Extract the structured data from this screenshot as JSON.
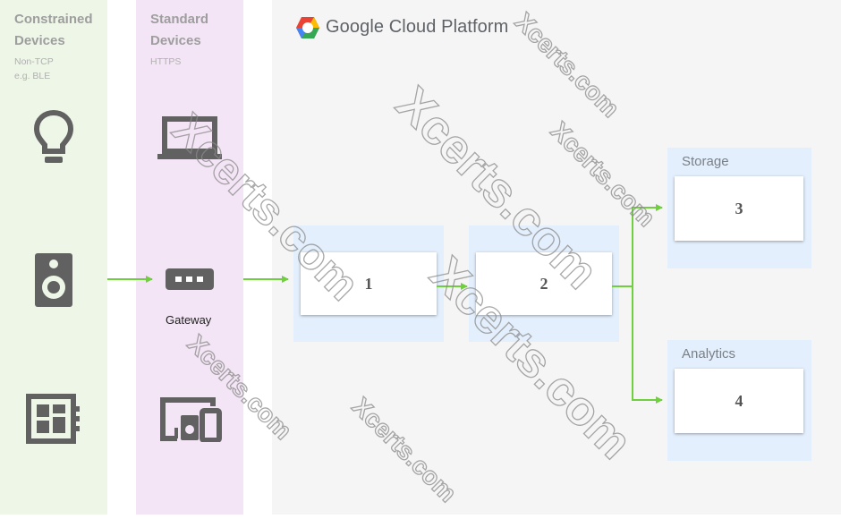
{
  "constrained": {
    "title": "Constrained Devices",
    "subtitle_line1": "Non-TCP",
    "subtitle_line2": "e.g. BLE"
  },
  "standard": {
    "title": "Standard Devices",
    "subtitle": "HTTPS"
  },
  "gcp": {
    "logo_text": "Google Cloud Platform"
  },
  "gateway": {
    "label": "Gateway"
  },
  "boxes": {
    "b1": "1",
    "b2": "2",
    "b3": "3",
    "b4": "4"
  },
  "zones": {
    "storage": "Storage",
    "analytics": "Analytics"
  },
  "watermark": "Xcerts.com",
  "colors": {
    "arrow": "#6fcf3c",
    "icon": "#616161",
    "zone": "#e3effc"
  },
  "icons": {
    "constrained": [
      "lightbulb-icon",
      "speaker-icon",
      "circuit-board-icon"
    ],
    "standard": [
      "laptop-icon",
      "gateway-icon",
      "devices-icon"
    ]
  }
}
